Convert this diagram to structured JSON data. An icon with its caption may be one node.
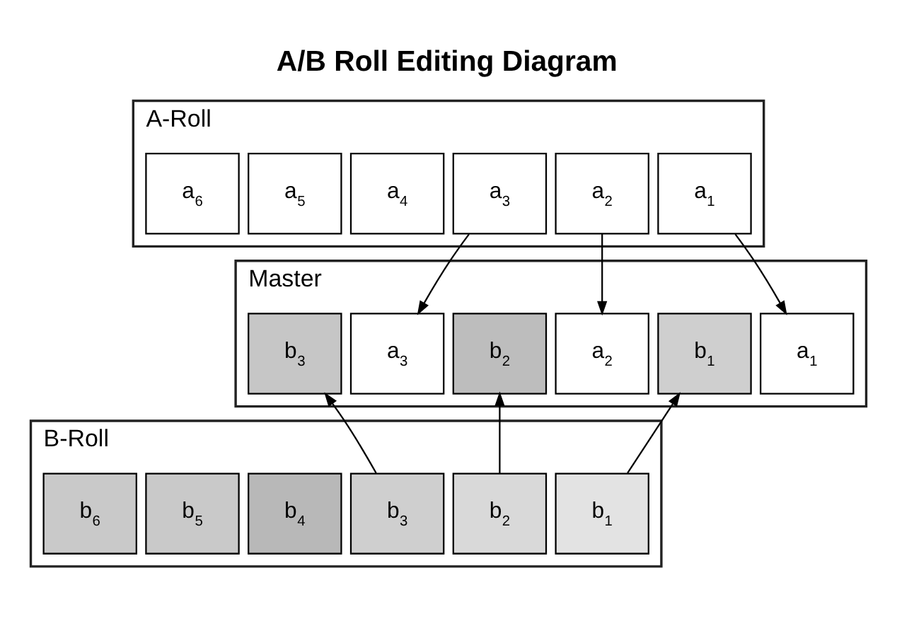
{
  "diagram": {
    "title": "A/B Roll Editing Diagram",
    "nodes": [
      {
        "text": [
          "A-Roll"
        ]
      },
      {
        "text": [
          "a$_{1}$"
        ],
        "in": 0
      },
      {
        "text": [
          "a$_{2}$"
        ],
        "in": 0
      },
      {
        "text": [
          "a$_{3}$"
        ],
        "in": 0
      },
      {
        "text": [
          "a$_{4}$"
        ],
        "in": 0
      },
      {
        "text": [
          "a$_{5}$"
        ],
        "in": 0
      },
      {
        "text": [
          "a$_{6}$"
        ],
        "in": 0
      },
      {
        "text": [
          "Master"
        ]
      },
      {
        "text": [
          "a$_{1}$"
        ],
        "in": 7
      },
      {
        "text": [
          "b$_{1}$"
        ],
        "in": 7
      },
      {
        "text": [
          "a$_{2}$"
        ],
        "in": 7
      },
      {
        "text": [
          "b$_{2}$"
        ],
        "in": 7
      },
      {
        "text": [
          "a$_{3}$"
        ],
        "in": 7
      },
      {
        "text": [
          "b$_{3}$"
        ],
        "in": 7
      },
      {
        "text": [
          "B-Roll"
        ]
      },
      {
        "text": [
          "b$_{1}$"
        ],
        "in": 14
      },
      {
        "text": [
          "b$_{2}$"
        ],
        "in": 14
      },
      {
        "text": [
          "b$_{3}$"
        ],
        "in": 14
      },
      {
        "text": [
          "b$_{4}$"
        ],
        "in": 14
      },
      {
        "text": [
          "b$_{5}$"
        ],
        "in": 14
      },
      {
        "text": [
          "b$_{6}$"
        ],
        "in": 14
      }
    ],
    "edges": [
      {
        "from": 1,
        "to": 8,
        "arrow": "to"
      },
      {
        "from": 2,
        "to": 10,
        "arrow": "to"
      },
      {
        "from": 3,
        "to": 12,
        "arrow": "to"
      },
      {
        "from": 15,
        "to": 9,
        "arrow": "to"
      },
      {
        "from": 16,
        "to": 11,
        "arrow": "to"
      },
      {
        "from": 17,
        "to": 13,
        "arrow": "to"
      }
    ]
  }
}
